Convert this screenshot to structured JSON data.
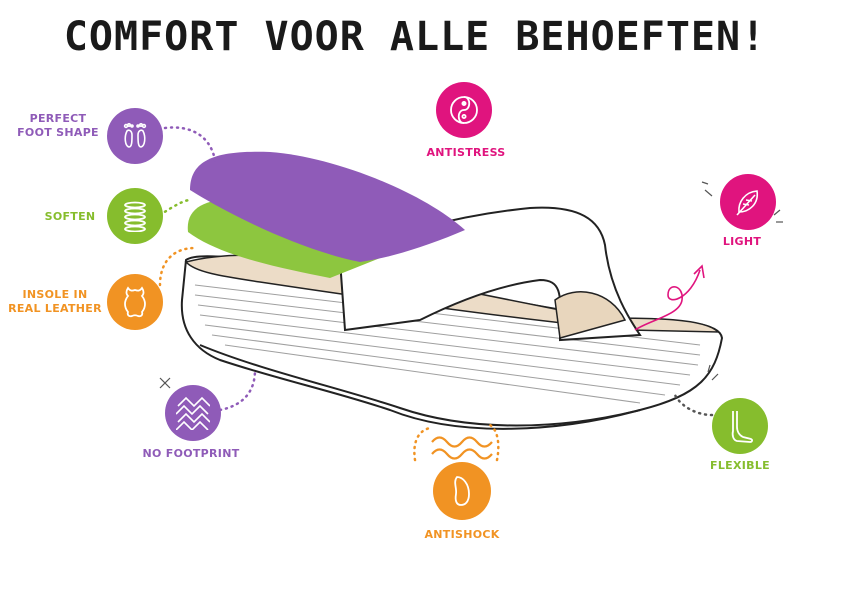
{
  "title": "COMFORT VOOR ALLE BEHOEFTEN!",
  "features": {
    "foot_shape": {
      "line1": "PERFECT",
      "line2": "FOOT SHAPE"
    },
    "soften": {
      "label": "SOFTEN"
    },
    "leather": {
      "line1": "INSOLE IN",
      "line2": "REAL LEATHER"
    },
    "no_footprint": {
      "label": "NO FOOTPRINT"
    },
    "antistress": {
      "label": "ANTISTRESS"
    },
    "light": {
      "label": "LIGHT"
    },
    "flexible": {
      "label": "FLEXIBLE"
    },
    "antishock": {
      "label": "ANTISHOCK"
    }
  },
  "colors": {
    "purple": "#8f5bb8",
    "green": "#86bd2d",
    "orange": "#f19323",
    "pink": "#e0147e"
  },
  "icons": [
    "feet-icon",
    "spring-icon",
    "leather-hide-icon",
    "herringbone-icon",
    "yin-yang-icon",
    "feather-icon",
    "foot-flex-icon",
    "shock-wave-icon"
  ]
}
